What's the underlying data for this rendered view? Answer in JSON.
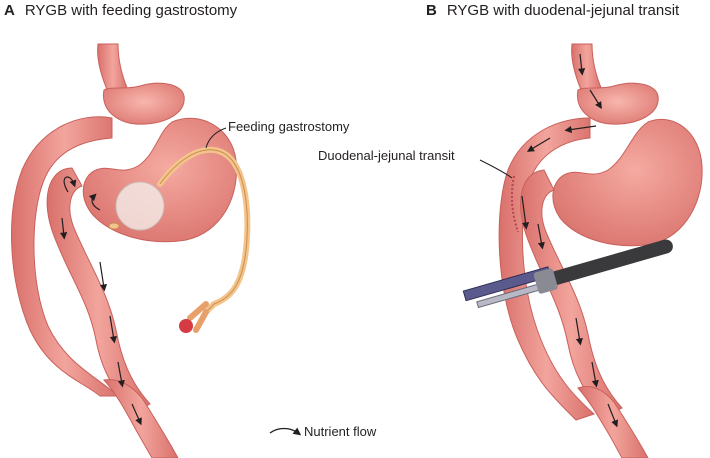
{
  "panels": [
    {
      "letter": "A",
      "title": "RYGB with feeding gastrostomy",
      "callout": "Feeding gastrostomy"
    },
    {
      "letter": "B",
      "title": "RYGB with duodenal-jejunal transit",
      "callout": "Duodenal-jejunal transit"
    }
  ],
  "legend": {
    "label": "Nutrient flow",
    "icon": "curved-arrow-icon"
  },
  "colors": {
    "tissue": "#e98e87",
    "tissue_dark": "#c9605c",
    "tissue_light": "#f6c3bb",
    "tube": "#f3c48c",
    "tube_dark": "#c98f4d",
    "stapler_body": "#3a3a3d",
    "stapler_jaw": "#5b5a8c"
  }
}
